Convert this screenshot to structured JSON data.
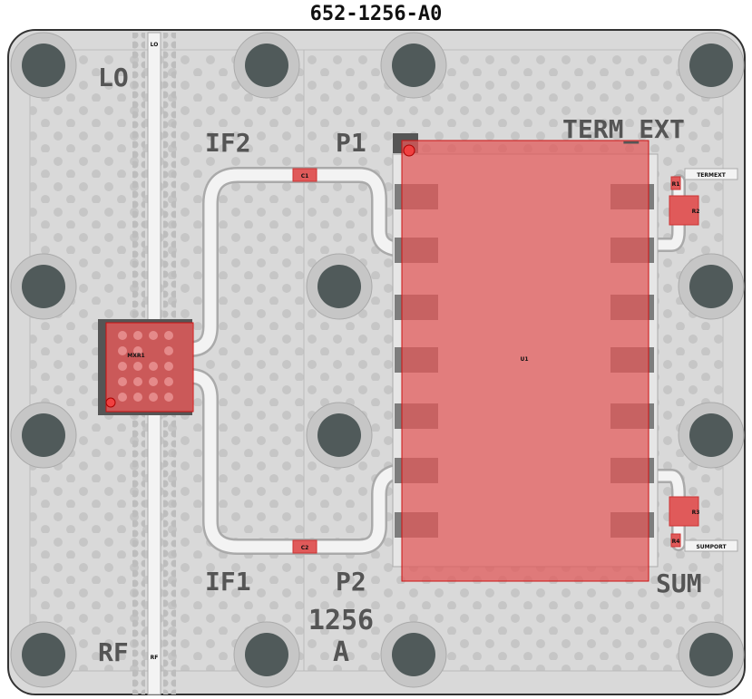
{
  "board_title": "652-1256-A0",
  "labels": {
    "lo": "LO",
    "rf": "RF",
    "if1": "IF1",
    "if2": "IF2",
    "p1": "P1",
    "p2": "P2",
    "term_ext": "TERM_EXT",
    "sum": "SUM",
    "part_number": "1256",
    "revision": "A"
  },
  "refdes": {
    "lo_pad": "LO",
    "rf_pad": "RF",
    "mxr1": "MXR1",
    "c1": "C1",
    "c2": "C2",
    "u1": "U1",
    "r1": "R1",
    "r2": "R2",
    "r3": "R3",
    "r4": "R4",
    "termext_port": "TERMEXT",
    "sumport": "SUMPORT"
  },
  "colors": {
    "board": "#d9d9d9",
    "trace": "#f3f3f3",
    "component": "#e05a5a",
    "hole": "#505a5a"
  }
}
